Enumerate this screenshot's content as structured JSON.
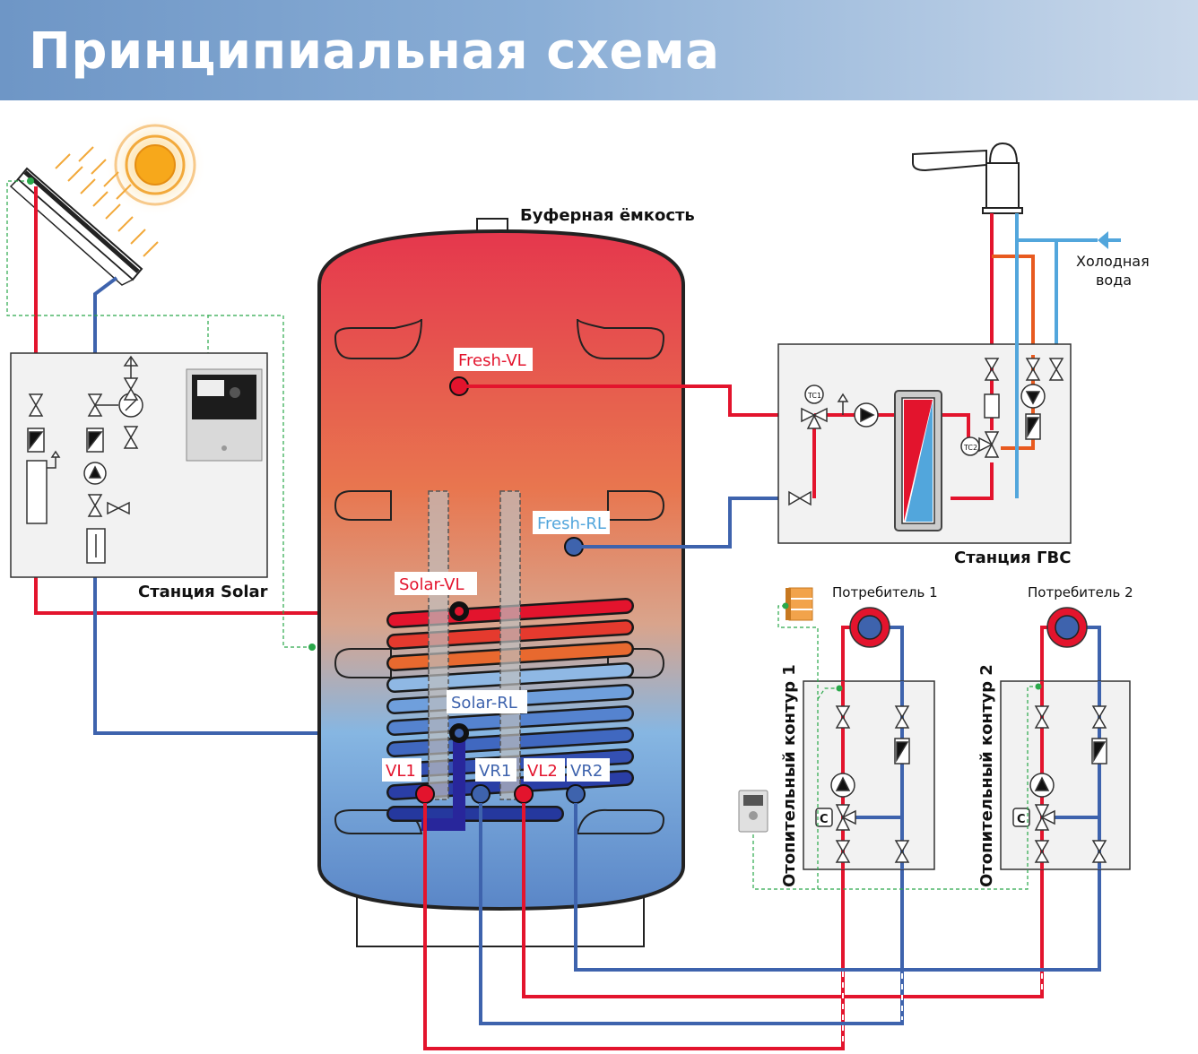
{
  "title": "Принципиальная схема",
  "labels": {
    "buffer_tank": "Буферная ёмкость",
    "cold_water": [
      "Холодная",
      "вода"
    ],
    "station_solar": "Станция  Solar",
    "station_dhw": "Станция  ГВС",
    "consumer_1": "Потребитель 1",
    "consumer_2": "Потребитель 2",
    "circuit_1": "Отопительный контур 1",
    "circuit_2": "Отопительный контур 2",
    "tc1": "TC1",
    "tc2": "TC2",
    "controller_c1": "C",
    "controller_c2": "C"
  },
  "ports": {
    "fresh_vl": "Fresh-VL",
    "fresh_rl": "Fresh-RL",
    "solar_vl": "Solar-VL",
    "solar_rl": "Solar-RL",
    "vl1": "VL1",
    "vr1": "VR1",
    "vl2": "VL2",
    "vr2": "VR2"
  },
  "colors": {
    "supply": "#e3142d",
    "return": "#3e63ad",
    "cold": "#52a6dc",
    "hot_dhw": "#e85a1f",
    "signal": "#2aa84a"
  }
}
